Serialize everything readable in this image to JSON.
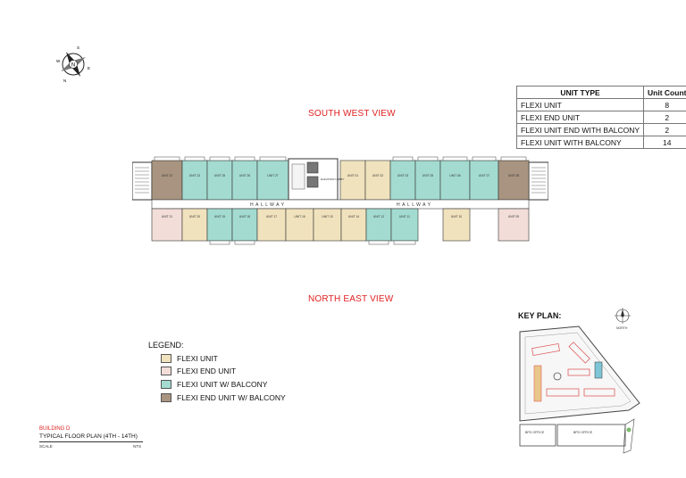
{
  "compass": {
    "letters": [
      "S",
      "W",
      "N",
      "E"
    ]
  },
  "views": {
    "top": "SOUTH WEST VIEW",
    "bottom": "NORTH EAST VIEW"
  },
  "unit_table": {
    "headers": [
      "UNIT TYPE",
      "Unit Count"
    ],
    "rows": [
      {
        "type": "FLEXI UNIT",
        "count": "8"
      },
      {
        "type": "FLEXI END UNIT",
        "count": "2"
      },
      {
        "type": "FLEXI UNIT END WITH BALCONY",
        "count": "2"
      },
      {
        "type": "FLEXI UNIT WITH BALCONY",
        "count": "14"
      }
    ]
  },
  "colors": {
    "flexi_unit": "#f0e2bd",
    "flexi_end": "#f2ddd8",
    "flexi_balcony": "#a3dbd0",
    "flexi_end_balcony": "#a89480"
  },
  "plan": {
    "hallway_labels": [
      "HALLWAY",
      "HALLWAY"
    ],
    "core_labels": [
      "ELEVATOR LOBBY"
    ],
    "top_units": [
      {
        "label": "UNIT 22",
        "type": "flexi_end_balcony"
      },
      {
        "label": "UNIT 23",
        "type": "flexi_balcony"
      },
      {
        "label": "UNIT 25",
        "type": "flexi_balcony"
      },
      {
        "label": "UNIT 26",
        "type": "flexi_balcony"
      },
      {
        "label": "UNIT 27",
        "type": "flexi_balcony"
      },
      {
        "label": "UNIT 01",
        "type": "flexi_unit"
      },
      {
        "label": "UNIT 02",
        "type": "flexi_unit"
      },
      {
        "label": "UNIT 03",
        "type": "flexi_balcony"
      },
      {
        "label": "UNIT 05",
        "type": "flexi_balcony"
      },
      {
        "label": "UNIT 06",
        "type": "flexi_balcony"
      },
      {
        "label": "UNIT 07",
        "type": "flexi_balcony"
      },
      {
        "label": "UNIT 08",
        "type": "flexi_end_balcony"
      }
    ],
    "bottom_units": [
      {
        "label": "UNIT 21",
        "type": "flexi_end"
      },
      {
        "label": "UNIT 20",
        "type": "flexi_unit"
      },
      {
        "label": "UNIT 19",
        "type": "flexi_balcony"
      },
      {
        "label": "UNIT 18",
        "type": "flexi_balcony"
      },
      {
        "label": "UNIT 17",
        "type": "flexi_unit"
      },
      {
        "label": "UNIT 16",
        "type": "flexi_unit"
      },
      {
        "label": "UNIT 15",
        "type": "flexi_unit"
      },
      {
        "label": "UNIT 14",
        "type": "flexi_unit"
      },
      {
        "label": "UNIT 12",
        "type": "flexi_balcony"
      },
      {
        "label": "UNIT 11",
        "type": "flexi_balcony"
      },
      {
        "label": "UNIT 10",
        "type": "flexi_unit"
      },
      {
        "label": "UNIT 09",
        "type": "flexi_end"
      }
    ]
  },
  "legend": {
    "title": "LEGEND:",
    "items": [
      {
        "label": "FLEXI UNIT",
        "type": "flexi_unit"
      },
      {
        "label": "FLEXI END UNIT",
        "type": "flexi_end"
      },
      {
        "label": "FLEXI UNIT W/ BALCONY",
        "type": "flexi_balcony"
      },
      {
        "label": "FLEXI END UNIT W/ BALCONY",
        "type": "flexi_end_balcony"
      }
    ]
  },
  "title_block": {
    "building": "BUILDING D",
    "title": "TYPICAL FLOOR PLAN (4TH - 14TH)",
    "scale": "SCALE",
    "nts": "NTS"
  },
  "key_plan": {
    "title": "KEY PLAN:",
    "north": "NORTH",
    "offices": [
      "BPO OFFICE",
      "BPO OFFICE"
    ]
  }
}
